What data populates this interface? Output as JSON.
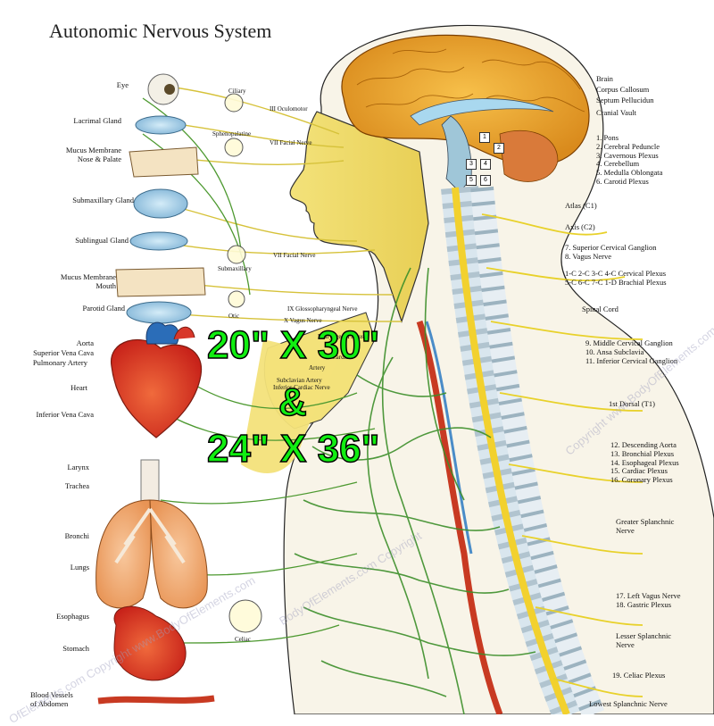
{
  "title": "Autonomic Nervous System",
  "promo": {
    "line1": "20\" X 30\"",
    "line2": "&",
    "line3": "24\" X 36\""
  },
  "watermarks": [
    "BodyOfElements.com Copyright",
    "Copyright www.BodyOfElements.com",
    "OfElements.com Copyright www.BodyOfElements.com"
  ],
  "left_labels": {
    "eye": "Eye",
    "lacrimal": "Lacrimal Gland",
    "mucus_nose": "Mucus Membrane\nNose & Palate",
    "submaxillary": "Submaxillary Gland",
    "sublingual": "Sublingual Gland",
    "mucus_mouth": "Mucus Membrane\nMouth",
    "parotid": "Parotid Gland",
    "aorta": "Aorta",
    "svc": "Superior Vena Cava",
    "pulm": "Pulmonary Artery",
    "heart": "Heart",
    "ivc": "Inferior Vena Cava",
    "larynx": "Larynx",
    "trachea": "Trachea",
    "bronchi": "Bronchi",
    "lungs": "Lungs",
    "esophagus": "Esophagus",
    "stomach": "Stomach",
    "vessels": "Blood Vessels\nof Abdomen"
  },
  "ganglion_labels": {
    "ciliary": "Ciliary",
    "oculomotor": "III Oculomotor",
    "sphenopalatine": "Sphenopalatine",
    "facial1": "VII Facial Nerve",
    "facial2": "VII Facial Nerve",
    "submaxillary": "Submaxillary",
    "otic": "Otic",
    "glosso": "IX Glossopharyngeal Nerve",
    "vagus": "X Vagus Nerve",
    "pharyngeal": "Pharyngeal Plexus",
    "card": "Cardiac",
    "artery": "Artery",
    "subclavian": "Subclavian Artery",
    "cardnerve": "Inferior Cardiac Nerve",
    "celiac": "Celiac"
  },
  "right_labels": {
    "brain": "Brain",
    "corpus": "Corpus Callosum",
    "septum": "Septum Pellucidun",
    "vault": "Cranial Vault",
    "list1": "1. Pons\n2. Cerebral Peduncle\n3. Cavernous Plexus\n4. Cerebellum\n5. Medulla Oblongata\n6. Carotid Plexus",
    "atlas": "Atlas (C1)",
    "axis": "Axis (C2)",
    "list2": "7. Superior Cervical Ganglion\n8. Vagus Nerve",
    "plexus": "1-C 2-C 3-C 4-C Cervical Plexus\n5-C 6-C 7-C 1-D Brachial Plexus",
    "spinal": "Spinal Cord",
    "list3": "9. Middle Cervical Ganglion\n10. Ansa Subclavia\n11. Inferior Cervical Ganglion",
    "dorsal": "1st Dorsal (T1)",
    "list4": "12. Descending Aorta\n13. Bronchial Plexus\n14. Esophageal Plexus\n15. Cardiac Plexus\n16. Coronary Plexus",
    "greater": "Greater Splanchnic\nNerve",
    "list5": "17. Left Vagus Nerve\n18. Gastric Plexus",
    "lesser": "Lesser Splanchnic\nNerve",
    "celiac": "19. Celiac Plexus",
    "lowest": "Lowest Splanchnic Nerve"
  },
  "spine_numbers": [
    "1",
    "2",
    "3",
    "4",
    "5",
    "6"
  ]
}
